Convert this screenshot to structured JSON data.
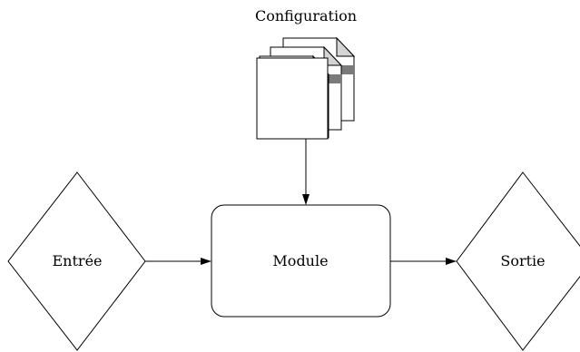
{
  "diagram": {
    "config_label": "Configuration",
    "input_label": "Entrée",
    "module_label": "Module",
    "output_label": "Sortie"
  }
}
